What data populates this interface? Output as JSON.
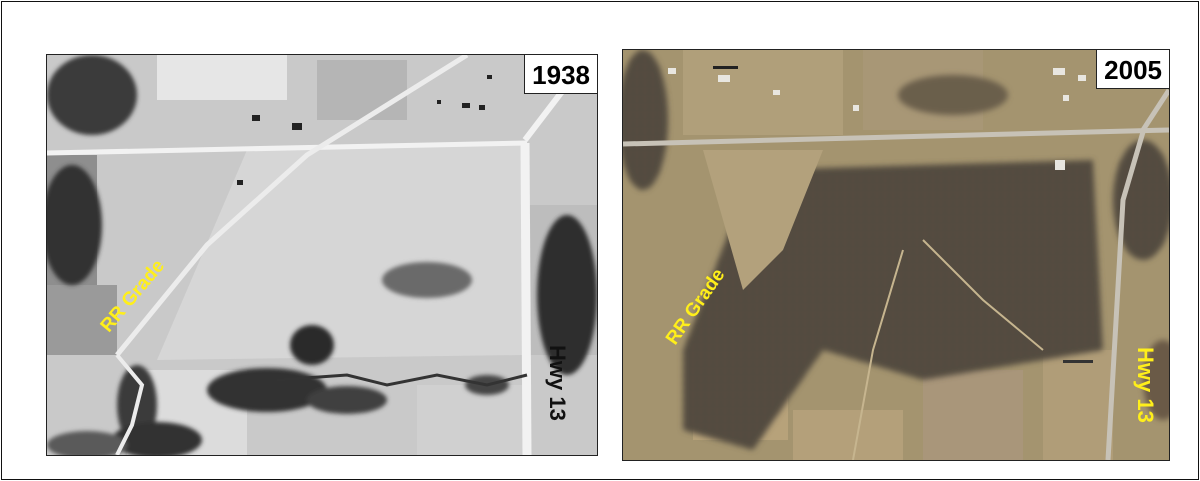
{
  "panels": [
    {
      "year": "1938",
      "rail_label": "RR Grade",
      "road_label": "Hwy 13",
      "road_label_color": "#111111",
      "imagery": "black-and-white aerial photo"
    },
    {
      "year": "2005",
      "rail_label": "RR Grade",
      "road_label": "Hwy 13",
      "road_label_color": "#ffef1a",
      "imagery": "color aerial photo"
    }
  ],
  "colors": {
    "rail_label": "#ffef1a"
  }
}
